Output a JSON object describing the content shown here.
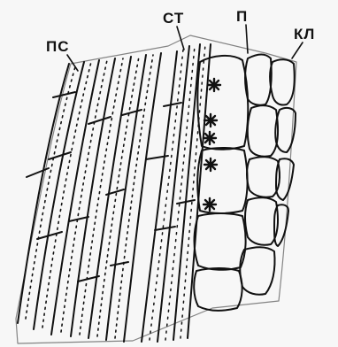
{
  "labels": {
    "ps": "ПС",
    "st": "СТ",
    "p": "П",
    "kl": "КЛ"
  },
  "colors": {
    "ink": "#111111",
    "paper": "#f7f7f7"
  }
}
